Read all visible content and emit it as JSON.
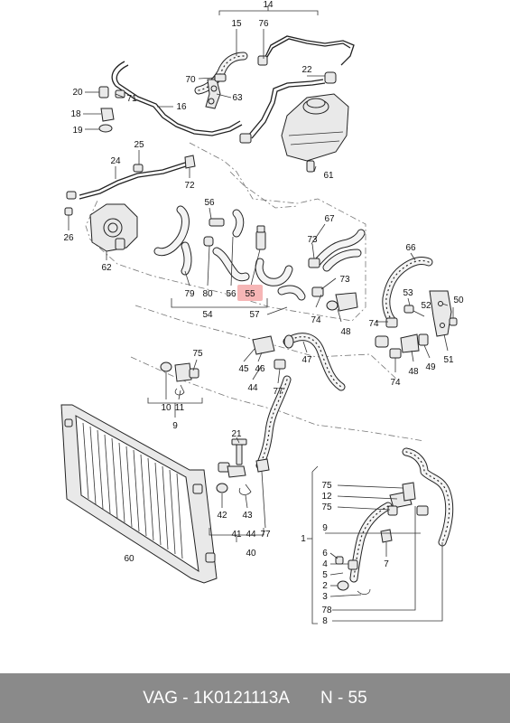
{
  "footer": {
    "article": "VAG - 1K0121113A",
    "page": "N - 55"
  },
  "highlighted_label": "55",
  "labels": {
    "l14": "14",
    "l15": "15",
    "l76": "76",
    "l70": "70",
    "l22": "22",
    "l63": "63",
    "l20": "20",
    "l71": "71",
    "l16": "16",
    "l18": "18",
    "l19": "19",
    "l25": "25",
    "l24": "24",
    "l72": "72",
    "l61": "61",
    "l56a": "56",
    "l56b": "56",
    "l67": "67",
    "l26": "26",
    "l62": "62",
    "l79": "79",
    "l80": "80",
    "l55": "55",
    "l73a": "73",
    "l73b": "73",
    "l66": "66",
    "l54": "54",
    "l57": "57",
    "l74a": "74",
    "l74b": "74",
    "l74c": "74",
    "l53": "53",
    "l52": "52",
    "l50": "50",
    "l48a": "48",
    "l48b": "48",
    "l49": "49",
    "l51": "51",
    "l75a": "75",
    "l45": "45",
    "l46": "46",
    "l47": "47",
    "l44a": "44",
    "l77a": "77",
    "l10": "10",
    "l11": "11",
    "l9a": "9",
    "l21": "21",
    "l42": "42",
    "l43": "43",
    "l41": "41",
    "l44b": "44",
    "l77b": "77",
    "l40": "40",
    "l60": "60",
    "l75b": "75",
    "l12": "12",
    "l75c": "75",
    "l1": "1",
    "l9b": "9",
    "l6": "6",
    "l4": "4",
    "l5": "5",
    "l2": "2",
    "l3": "3",
    "l7": "7",
    "l78": "78",
    "l8": "8"
  }
}
